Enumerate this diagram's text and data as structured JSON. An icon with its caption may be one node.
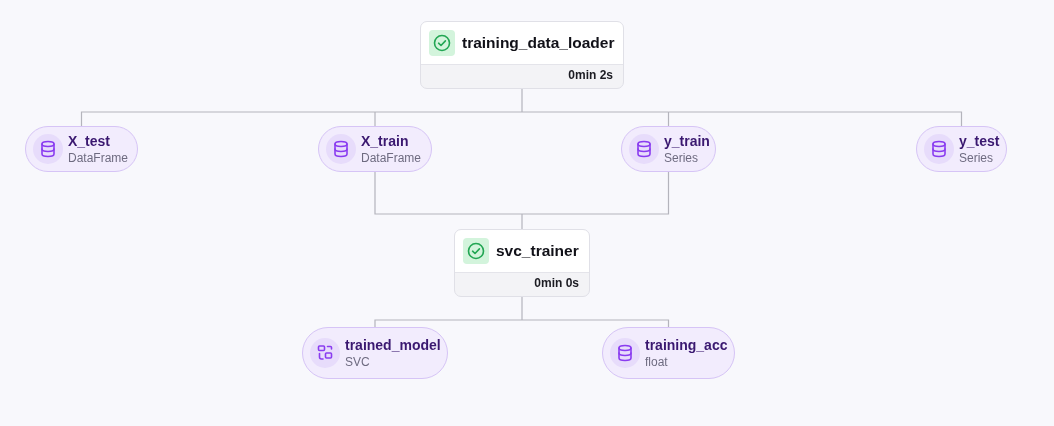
{
  "diagram": {
    "nodes": [
      {
        "text": [
          "training_data_loader",
          "0min 2s"
        ]
      },
      {
        "text": [
          "X_test",
          "DataFrame"
        ]
      },
      {
        "text": [
          "X_train",
          "DataFrame"
        ]
      },
      {
        "text": [
          "y_train",
          "Series"
        ]
      },
      {
        "text": [
          "y_test",
          "Series"
        ]
      },
      {
        "text": [
          "svc_trainer",
          "0min 0s"
        ]
      },
      {
        "text": [
          "trained_model",
          "SVC"
        ]
      },
      {
        "text": [
          "training_acc",
          "float"
        ]
      }
    ],
    "edges": [
      {
        "from": 0,
        "to": 1,
        "arrow": "none"
      },
      {
        "from": 0,
        "to": 2,
        "arrow": "none"
      },
      {
        "from": 0,
        "to": 3,
        "arrow": "none"
      },
      {
        "from": 0,
        "to": 4,
        "arrow": "none"
      },
      {
        "from": 2,
        "to": 5,
        "arrow": "none"
      },
      {
        "from": 3,
        "to": 5,
        "arrow": "none"
      },
      {
        "from": 5,
        "to": 6,
        "arrow": "none"
      },
      {
        "from": 5,
        "to": 7,
        "arrow": "none"
      }
    ]
  }
}
